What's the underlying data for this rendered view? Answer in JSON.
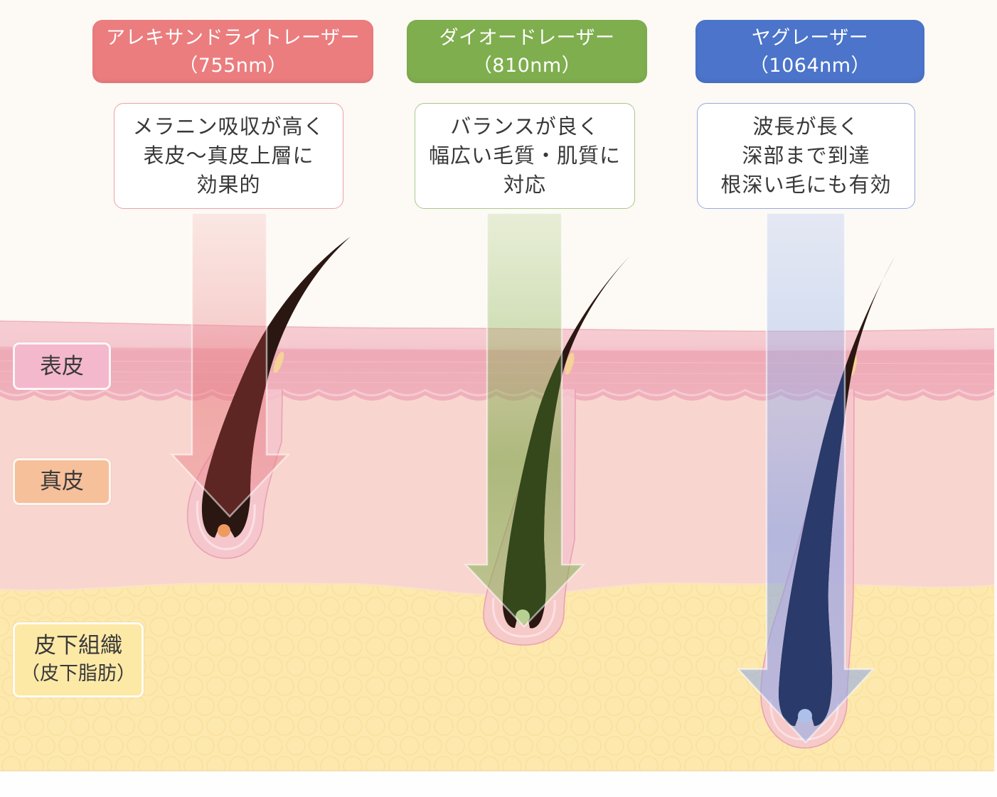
{
  "lasers": [
    {
      "name": "アレキサンドライトレーザー",
      "wavelength": "（755nm）",
      "description": [
        "メラニン吸収が高く",
        "表皮〜真皮上層に",
        "効果的"
      ],
      "color": "#eb7d7f",
      "border_color": "#eea2a6"
    },
    {
      "name": "ダイオードレーザー",
      "wavelength": "（810nm）",
      "description": [
        "バランスが良く",
        "幅広い毛質・肌質に",
        "対応"
      ],
      "color": "#7fae4e",
      "border_color": "#a7c98b"
    },
    {
      "name": "ヤグレーザー",
      "wavelength": "（1064nm）",
      "description": [
        "波長が長く",
        "深部まで到達",
        "根深い毛にも有効"
      ],
      "color": "#4b74ca",
      "border_color": "#93abe0"
    }
  ],
  "layers": [
    {
      "label": "表皮",
      "color": "#f4b8cd"
    },
    {
      "label": "真皮",
      "color": "#f6c09b"
    },
    {
      "label": "皮下組織",
      "sublabel": "（皮下脂肪）",
      "color": "#fde9a6"
    }
  ]
}
